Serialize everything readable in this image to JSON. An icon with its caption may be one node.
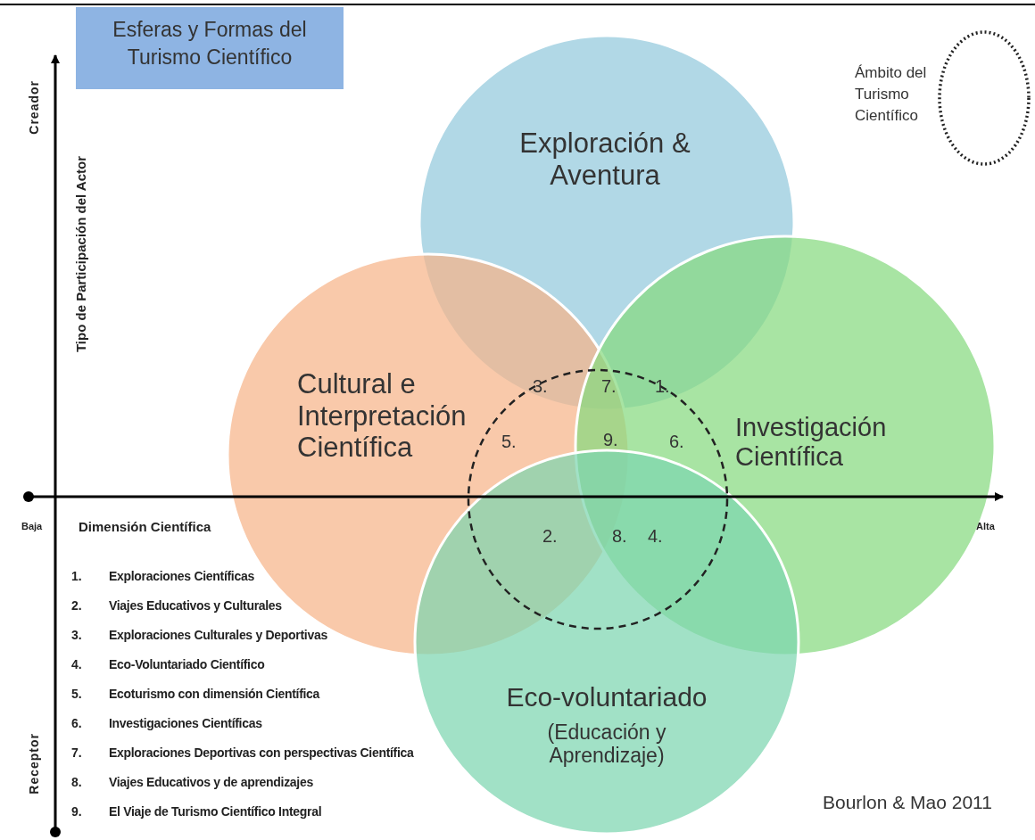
{
  "diagram": {
    "title": "Esferas y Formas del Turismo Científico",
    "nodes": [
      {
        "text": [
          "Exploración & Aventura"
        ]
      },
      {
        "text": [
          "Cultural e Interpretación Científica"
        ]
      },
      {
        "text": [
          "Investigación Científica"
        ]
      },
      {
        "text": [
          "Eco-voluntariado",
          "(Educación y Aprendizaje)"
        ]
      },
      {
        "text": [],
        "shape": "circle"
      }
    ],
    "edges": [],
    "labels": [
      "Creador",
      "Tipo de Participación del Actor",
      "3.",
      "7.",
      "1.",
      "5.",
      "9.",
      "6.",
      "Baja",
      "Dimensión Científica",
      "Alta",
      "2.",
      "8.",
      "4.",
      "1.",
      "Exploraciones Científicas",
      "2.",
      "Viajes Educativos y Culturales",
      "3.",
      "Exploraciones Culturales y Deportivas",
      "4.",
      "Eco-Voluntariado Científico",
      "5.",
      "Ecoturismo con dimensión Científica",
      "6.",
      "Investigaciones Científicas",
      "7.",
      "Exploraciones Deportivas con perspectivas Científica",
      "8.",
      "Viajes Educativos y de aprendizajes",
      "9.",
      "El Viaje de Turismo Científico Integral",
      "Receptor",
      "Bourlon & Mao 2011"
    ],
    "legend": [
      {
        "text": "Ámbito del Turismo Científico"
      }
    ]
  }
}
